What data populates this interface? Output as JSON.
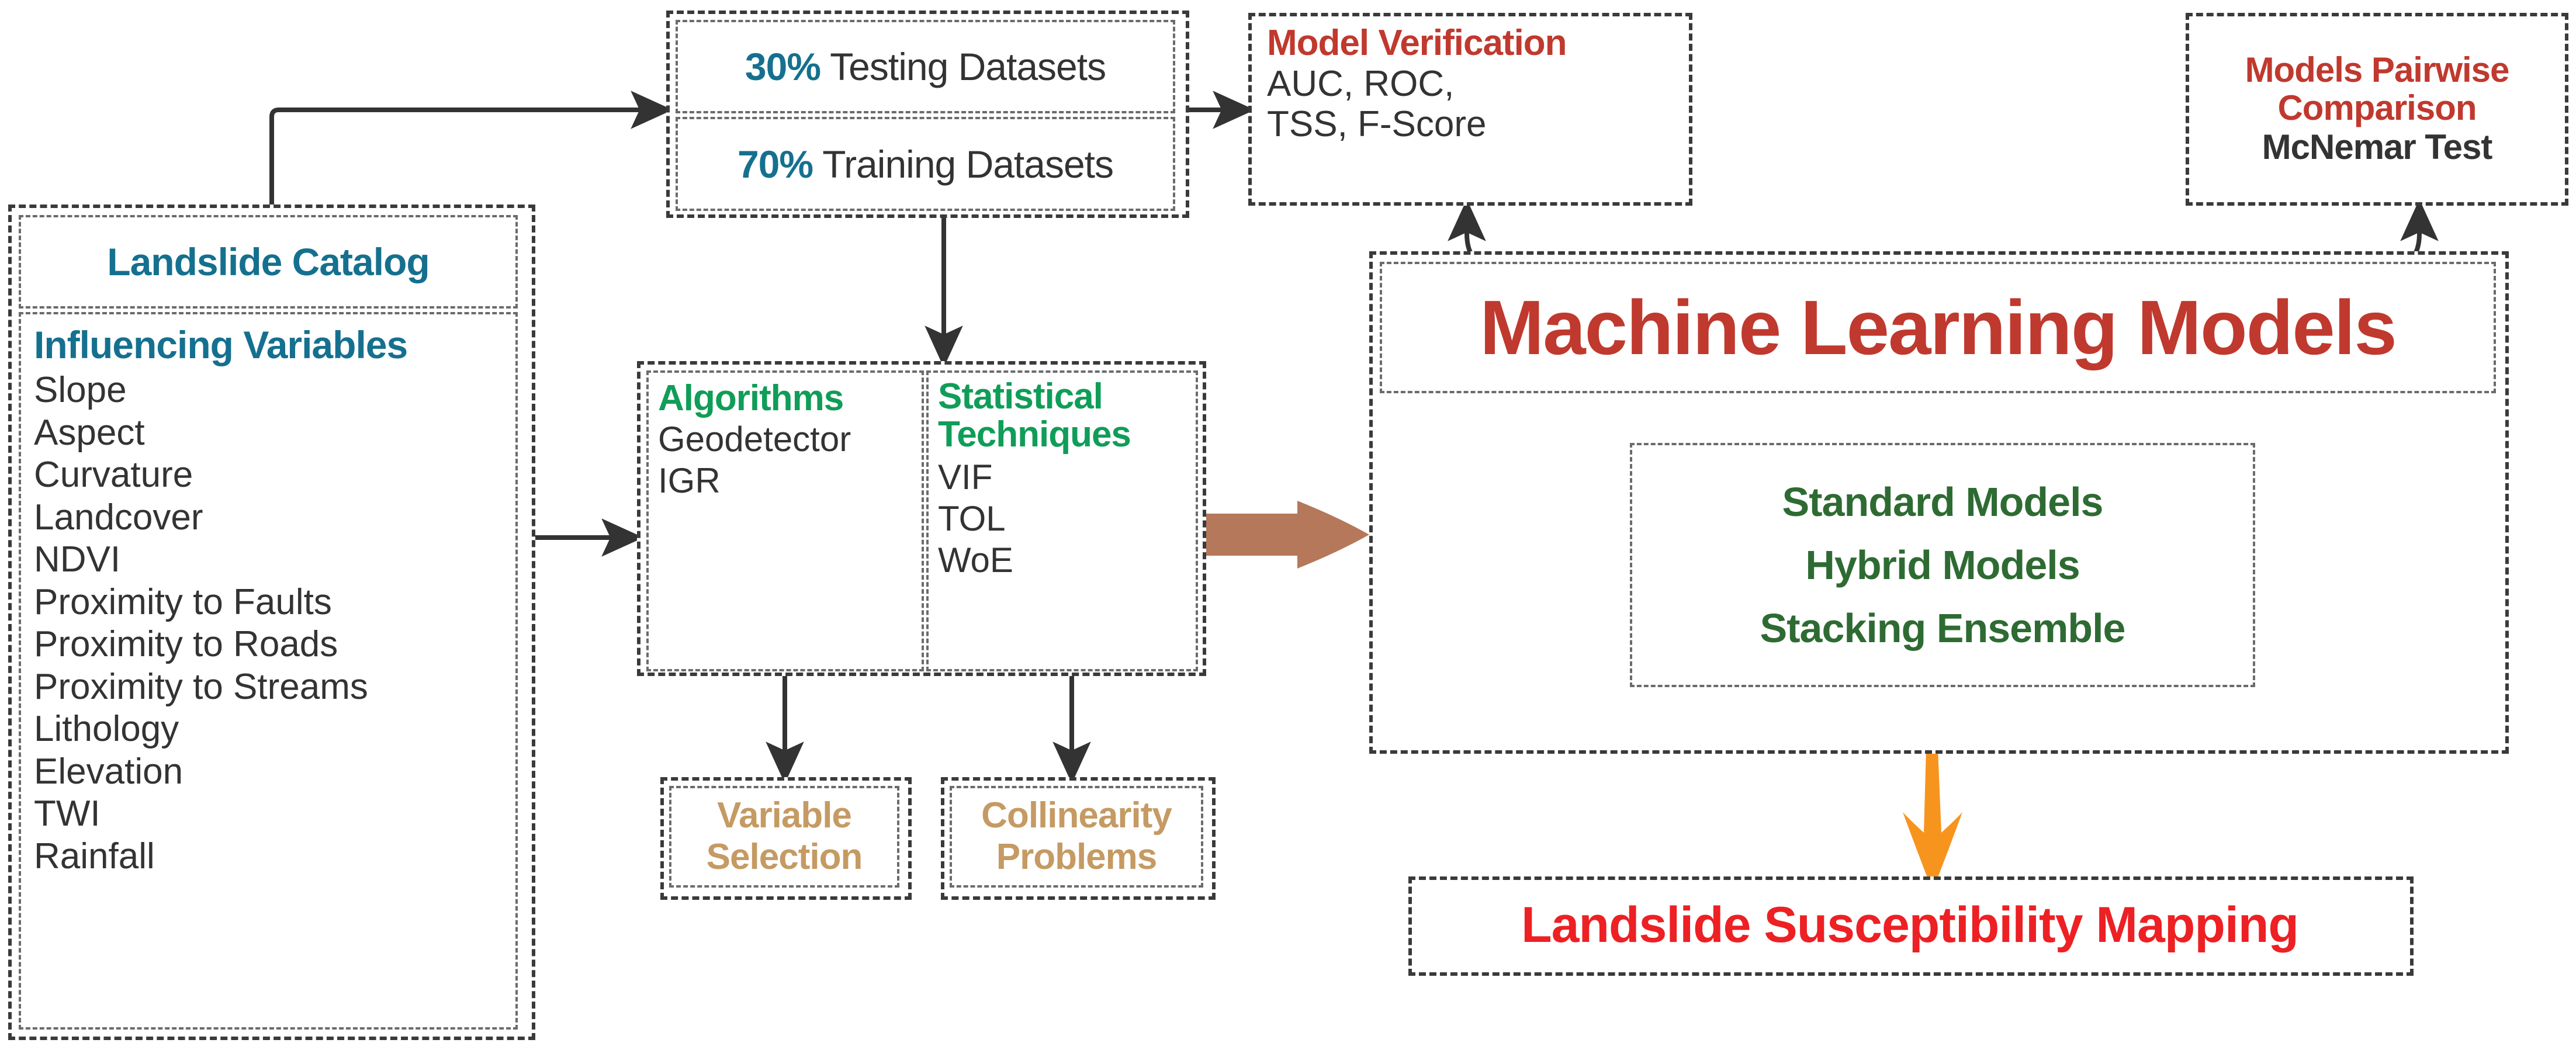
{
  "colors": {
    "teal": "#15708F",
    "red_dark": "#C0392E",
    "red_bright": "#ED2024",
    "green": "#0F9D58",
    "green_dark": "#2E6B33",
    "tan": "#C59A63",
    "brown_arrow": "#B5785A",
    "orange_arrow": "#F7941E",
    "ink": "#333333",
    "dash_border": "#3a3a3a"
  },
  "inputs": {
    "catalog_title": "Landslide Catalog",
    "variables_title": "Influencing Variables",
    "variables": [
      "Slope",
      "Aspect",
      "Curvature",
      "Landcover",
      "NDVI",
      "Proximity to Faults",
      "Proximity to Roads",
      "Proximity to Streams",
      "Lithology",
      "Elevation",
      "TWI",
      "Rainfall"
    ]
  },
  "datasets": {
    "testing_pct": "30%",
    "testing_label": "Testing Datasets",
    "training_pct": "70%",
    "training_label": "Training Datasets"
  },
  "verification": {
    "title": "Model Verification",
    "metrics_line1": "AUC, ROC,",
    "metrics_line2": "TSS, F-Score"
  },
  "comparison": {
    "title_line1": "Models Pairwise",
    "title_line2": "Comparison",
    "test": "McNemar Test"
  },
  "algorithms": {
    "title": "Algorithms",
    "items": [
      "Geodetector",
      "IGR"
    ]
  },
  "statistics": {
    "title_line1": "Statistical",
    "title_line2": "Techniques",
    "items": [
      "VIF",
      "TOL",
      "WoE"
    ]
  },
  "variable_selection": {
    "line1": "Variable",
    "line2": "Selection"
  },
  "collinearity": {
    "line1": "Collinearity",
    "line2": "Problems"
  },
  "ml": {
    "title": "Machine Learning Models",
    "model_types": [
      "Standard Models",
      "Hybrid Models",
      "Stacking Ensemble"
    ]
  },
  "output": {
    "title": "Landslide Susceptibility Mapping"
  }
}
